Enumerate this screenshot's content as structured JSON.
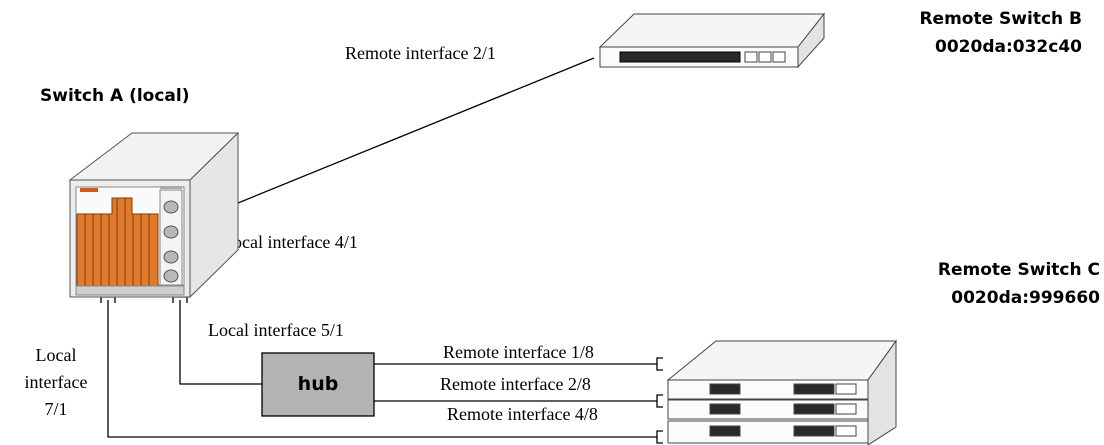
{
  "switch_a": {
    "label": "Switch A (local)"
  },
  "switch_b": {
    "name": "Remote Switch B",
    "mac": "0020da:032c40"
  },
  "switch_c": {
    "name": "Remote Switch C",
    "mac": "0020da:999660"
  },
  "hub": {
    "label": "hub"
  },
  "links": {
    "remote_b": "Remote interface 2/1",
    "local_4_1": "Local interface 4/1",
    "local_5_1": "Local interface 5/1",
    "local_7_1": [
      "Local",
      "interface",
      "7/1"
    ],
    "remote_1_8": "Remote interface 1/8",
    "remote_2_8": "Remote interface 2/8",
    "remote_4_8": "Remote interface 4/8"
  },
  "colors": {
    "chassis_orange": "#e07a2a",
    "hub_fill": "#b3b3b3",
    "line": "#000000"
  }
}
